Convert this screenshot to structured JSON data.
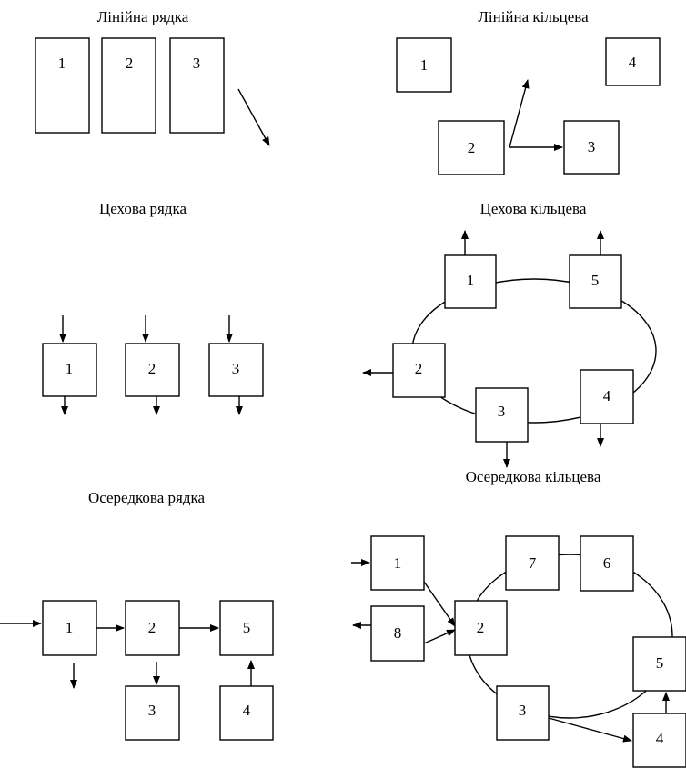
{
  "titles": {
    "linear_row": "Лінійна рядка",
    "linear_ring": "Лінійна кільцева",
    "workshop_row": "Цехова рядка",
    "workshop_ring": "Цехова кільцева",
    "cell_row": "Осередкова рядка",
    "cell_ring": "Осередкова кільцева"
  },
  "linear_row": {
    "boxes": [
      "1",
      "2",
      "3"
    ]
  },
  "linear_ring": {
    "boxes": [
      "1",
      "4",
      "2",
      "3"
    ]
  },
  "workshop_row": {
    "boxes": [
      "1",
      "2",
      "3"
    ]
  },
  "workshop_ring": {
    "boxes": [
      "1",
      "5",
      "2",
      "4",
      "3"
    ]
  },
  "cell_row": {
    "boxes": [
      "1",
      "2",
      "5",
      "3",
      "4"
    ]
  },
  "cell_ring": {
    "boxes": [
      "1",
      "7",
      "6",
      "8",
      "2",
      "5",
      "3",
      "4"
    ]
  },
  "colors": {
    "stroke": "#000000",
    "background": "#ffffff"
  }
}
